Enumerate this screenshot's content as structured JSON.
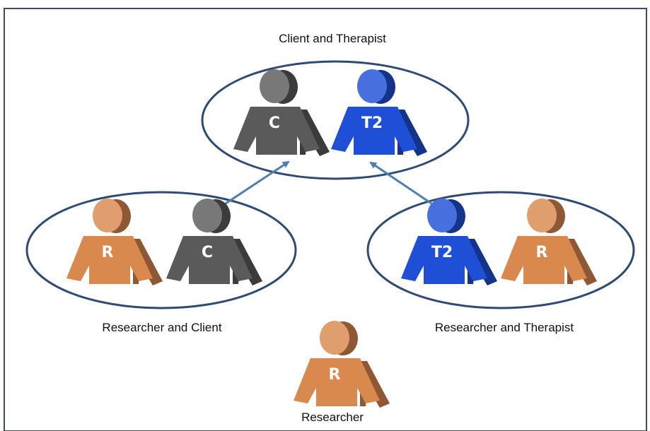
{
  "groups": {
    "client_therapist": {
      "caption": "Client and Therapist",
      "left": "C",
      "right": "T2"
    },
    "researcher_client": {
      "caption": "Researcher and Client",
      "left": "R",
      "right": "C"
    },
    "researcher_therapist": {
      "caption": "Researcher and Therapist",
      "left": "T2",
      "right": "R"
    },
    "researcher": {
      "caption": "Researcher",
      "label": "R"
    }
  },
  "colors": {
    "researcher": "#d9884e",
    "client": "#5a5a5a",
    "therapist": "#1f4fd6",
    "ellipse": "#2f4a73",
    "arrow": "#4f7fb0",
    "border": "#3a4b66"
  }
}
